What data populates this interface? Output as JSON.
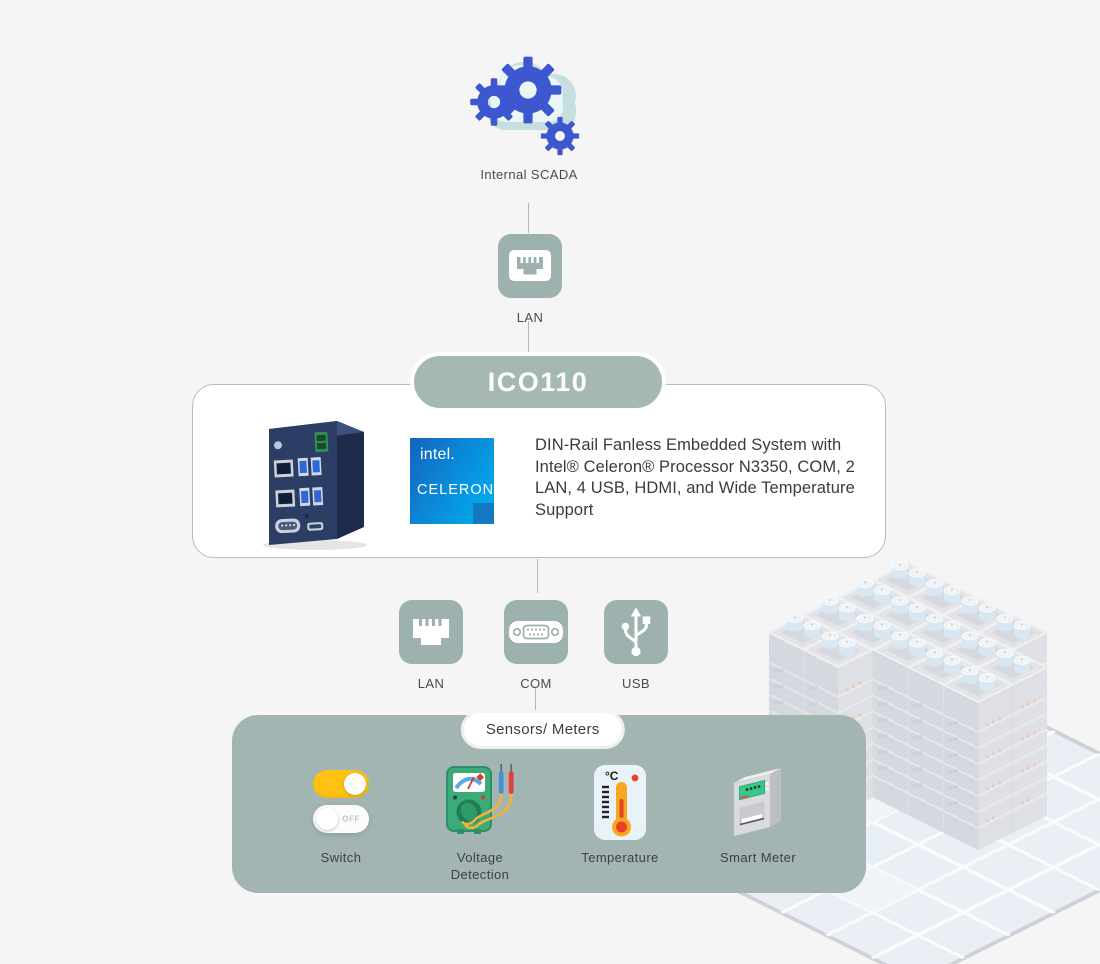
{
  "page": {
    "background": "#f5f5f6",
    "accent": "#a3b5b2"
  },
  "scada": {
    "label": "Internal SCADA",
    "icon": "cloud-gears-icon"
  },
  "uplink": {
    "label": "LAN",
    "icon": "ethernet-port-icon"
  },
  "product": {
    "name": "ICO110",
    "description": "DIN-Rail Fanless Embedded System with Intel® Celeron® Processor N3350, COM, 2 LAN, 4 USB, HDMI, and Wide Temperature Support",
    "cpu_logo": {
      "brand": "intel.",
      "model": "CELERON",
      "color_top": "#1563bd",
      "color_bottom": "#00b2f0"
    },
    "device_image": "din-rail-embedded-pc-photo"
  },
  "ports": {
    "items": [
      {
        "label": "LAN",
        "icon": "ethernet-port-icon"
      },
      {
        "label": "COM",
        "icon": "serial-port-icon"
      },
      {
        "label": "USB",
        "icon": "usb-port-icon"
      }
    ]
  },
  "sensors": {
    "title": "Sensors/ Meters",
    "items": [
      {
        "label": "Switch",
        "icon": "toggle-switch-icon",
        "off_text": "OFF",
        "on_color": "#ffc212"
      },
      {
        "label": "Voltage Detection",
        "icon": "multimeter-icon"
      },
      {
        "label": "Temperature",
        "icon": "thermometer-icon",
        "unit": "°C"
      },
      {
        "label": "Smart Meter",
        "icon": "smart-meter-icon"
      }
    ]
  },
  "background_art": {
    "name": "server-farm-illustration"
  }
}
